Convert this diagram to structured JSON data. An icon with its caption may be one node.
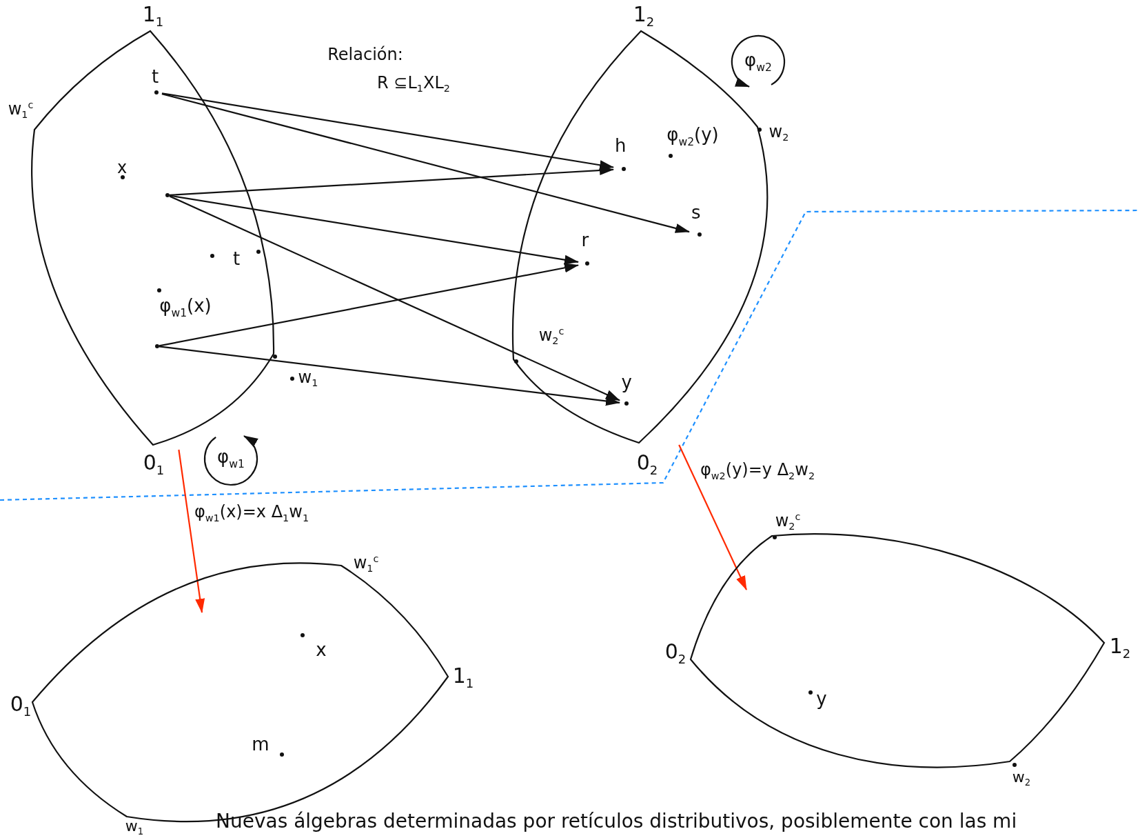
{
  "diagram": {
    "caption": "Nuevas álgebras determinadas por retículos distributivos, posiblemente con las mi",
    "nodes": [
      {
        "text": [],
        "shape": "lens",
        "beside": [
          "1$_{1}$",
          "w$_{1}$$^{c}$",
          "w$_{1}$",
          "0$_{1}$"
        ]
      },
      {
        "text": [
          "t"
        ],
        "in": 0
      },
      {
        "text": [
          "φ$_{w1}$"
        ]
      },
      {
        "text": [],
        "shape": "lens",
        "beside": [
          "1$_{2}$",
          "w$_{2}$",
          "w$_{2}$$^{c}$",
          "0$_{2}$"
        ]
      },
      {
        "text": [
          "h"
        ],
        "in": 3
      },
      {
        "text": [
          "s"
        ],
        "in": 3
      },
      {
        "text": [
          "r"
        ],
        "in": 3
      },
      {
        "text": [
          "y"
        ],
        "in": 3
      },
      {
        "text": [
          "φ$_{w2}$"
        ]
      },
      {
        "text": [],
        "shape": "lens",
        "beside": [
          "w$_{1}$$^{c}$",
          "1$_{1}$",
          "0$_{1}$",
          "w$_{1}$"
        ]
      },
      {
        "text": [],
        "shape": "lens",
        "beside": [
          "w$_{2}$$^{c}$",
          "0$_{2}$",
          "1$_{2}$",
          "w$_{2}$"
        ]
      },
      {
        "text": [],
        "shape": "point",
        "in": 0
      },
      {
        "text": [],
        "shape": "point",
        "in": 0
      }
    ],
    "edges": [
      {
        "from": 1,
        "to": 4,
        "arrow": "to"
      },
      {
        "from": 1,
        "to": 5,
        "arrow": "to"
      },
      {
        "from": 11,
        "to": 4,
        "arrow": "to"
      },
      {
        "from": 11,
        "to": 6,
        "arrow": "to"
      },
      {
        "from": 11,
        "to": 7,
        "arrow": "to"
      },
      {
        "from": 12,
        "to": 6,
        "arrow": "to"
      },
      {
        "from": 12,
        "to": 7,
        "arrow": "to"
      },
      {
        "from": 0,
        "to": 9,
        "arrow": "to",
        "label": "φ$_{w1}$(x)=x Δ$_{1}$w$_{1}$",
        "color": "#ff2a00"
      },
      {
        "from": 3,
        "to": 10,
        "arrow": "to",
        "label": "φ$_{w2}$(y)=y Δ$_{2}$w$_{2}$",
        "color": "#ff2a00"
      }
    ],
    "labels": [
      "Relación:",
      "R ⊆L$_{1}$XL$_{2}$",
      "φ$_{w2}$(y)",
      "x",
      "t",
      "φ$_{w1}$(x)",
      "x",
      "m",
      "y"
    ]
  }
}
